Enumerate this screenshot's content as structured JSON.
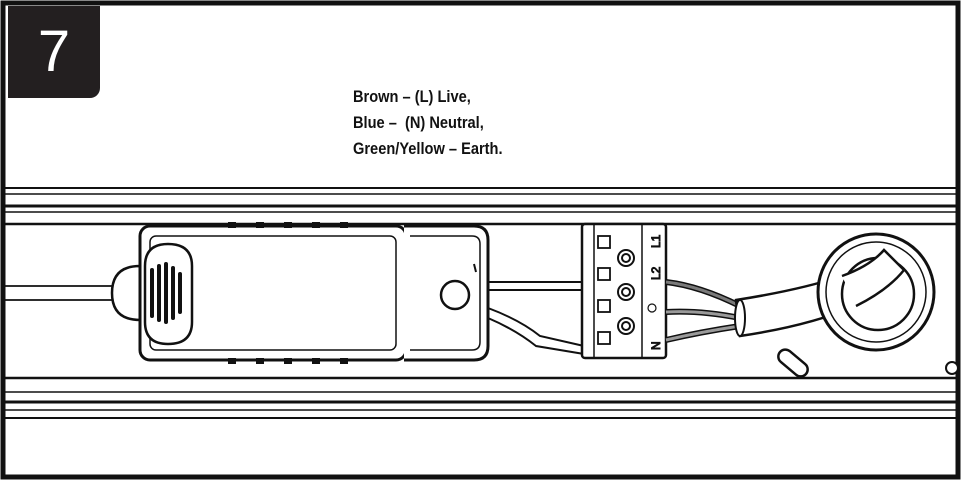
{
  "step": {
    "number": "7"
  },
  "legend": {
    "lines": [
      "Brown – (L) Live,",
      "Blue –  (N) Neutral,",
      "Green/Yellow – Earth."
    ]
  },
  "terminal": {
    "labels": [
      "L1",
      "L2",
      "N"
    ]
  },
  "colors": {
    "ink": "#111111",
    "badge": "#231f20",
    "wire_live": "#7a7a7a",
    "wire_neutral": "#9a9a9a"
  }
}
